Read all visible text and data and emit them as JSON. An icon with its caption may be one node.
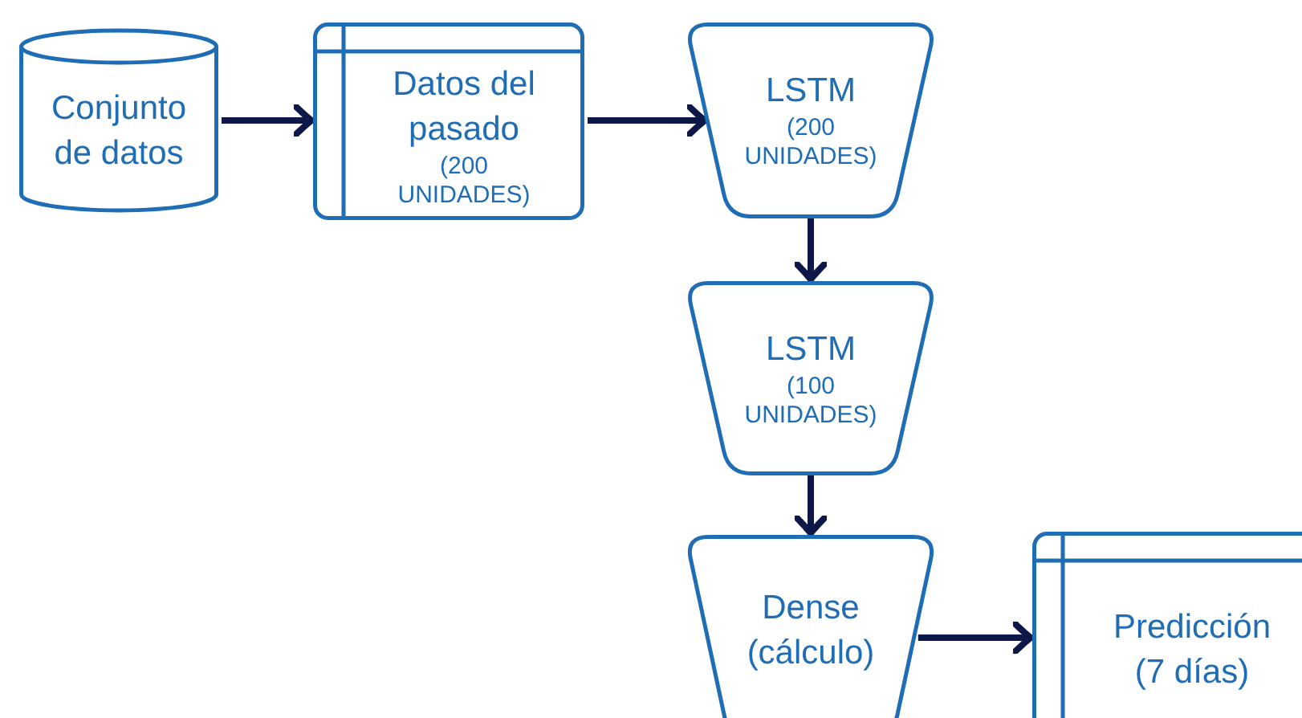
{
  "diagram": {
    "nodes": [
      {
        "text": [
          "Conjunto de datos"
        ]
      },
      {
        "text": [
          "Datos del pasado",
          "(200 UNIDADES)"
        ]
      },
      {
        "text": [
          "LSTM",
          "(200 UNIDADES)"
        ]
      },
      {
        "text": [
          "LSTM",
          "(100 UNIDADES)"
        ]
      },
      {
        "text": [
          "Dense (cálculo)"
        ]
      },
      {
        "text": [
          "Predicción (7 días)"
        ]
      }
    ],
    "edges": [
      {
        "from": 0,
        "to": 1,
        "arrow": "to"
      },
      {
        "from": 1,
        "to": 2,
        "arrow": "to"
      },
      {
        "from": 2,
        "to": 3,
        "arrow": "to"
      },
      {
        "from": 3,
        "to": 4,
        "arrow": "to"
      },
      {
        "from": 4,
        "to": 5,
        "arrow": "to"
      }
    ]
  }
}
